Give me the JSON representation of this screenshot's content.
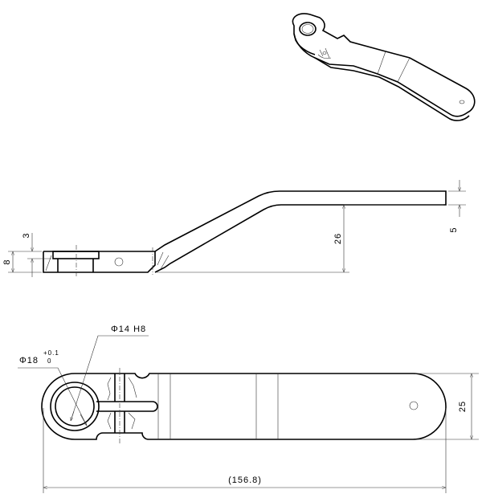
{
  "drawing": {
    "side_view": {
      "dim_step": "3",
      "dim_thickness": "8",
      "dim_offset": "26",
      "dim_arm": "5"
    },
    "top_view": {
      "dim_bore": "Φ14 H8",
      "dim_outer": "Φ18",
      "tol_upper": "+0.1",
      "tol_lower": "0",
      "dim_width": "25",
      "dim_length": "(156.8)"
    },
    "line_color": "#000000"
  }
}
